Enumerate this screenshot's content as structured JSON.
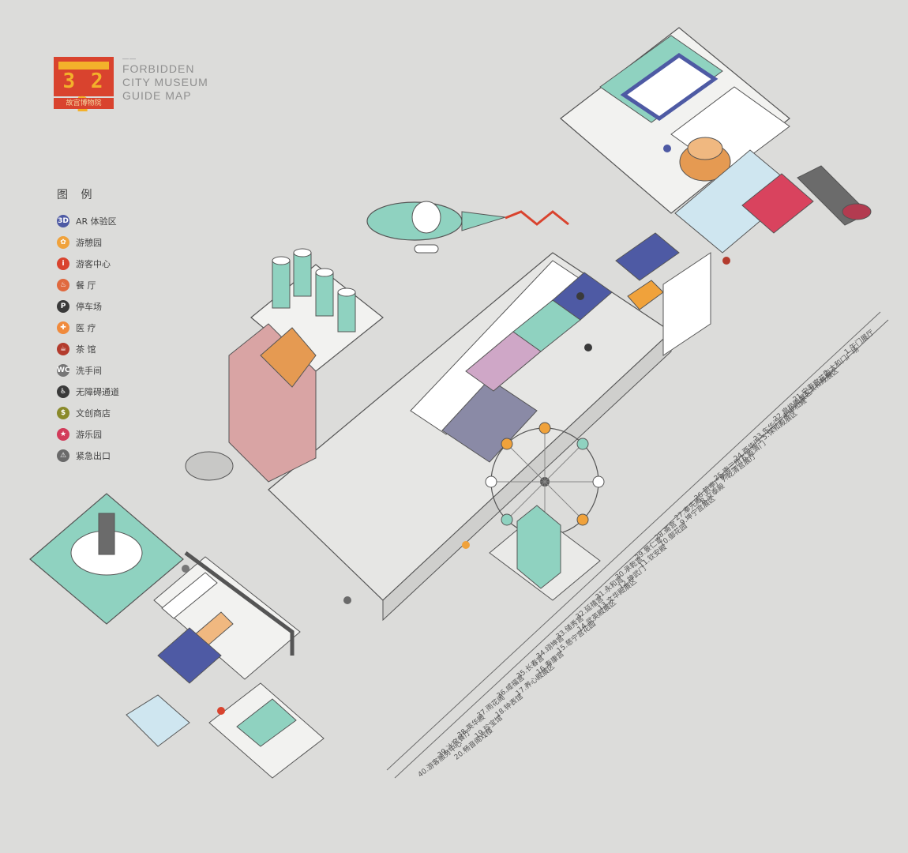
{
  "header": {
    "logo_number": "3 2 2",
    "logo_subtitle": "故宫博物院",
    "small_caption": "——",
    "title_lines": [
      "FORBIDDEN",
      "CITY MUSEUM",
      "GUIDE MAP"
    ]
  },
  "legend": {
    "title": "图 例",
    "items": [
      {
        "badge": "3D",
        "label": "AR 体验区",
        "color": "#4e5aa4",
        "icon": "ar-icon"
      },
      {
        "badge": "✿",
        "label": "游憩园",
        "color": "#f0a23b",
        "icon": "garden-icon"
      },
      {
        "badge": "i",
        "label": "游客中心",
        "color": "#d9432e",
        "icon": "info-icon"
      },
      {
        "badge": "♨",
        "label": "餐 厅",
        "color": "#e0693e",
        "icon": "restaurant-icon"
      },
      {
        "badge": "P",
        "label": "停车场",
        "color": "#3a3a3a",
        "icon": "parking-icon"
      },
      {
        "badge": "✚",
        "label": "医 疗",
        "color": "#f08a3c",
        "icon": "medical-icon"
      },
      {
        "badge": "☕",
        "label": "茶 馆",
        "color": "#b33b2d",
        "icon": "teahouse-icon"
      },
      {
        "badge": "WC",
        "label": "洗手间",
        "color": "#777777",
        "icon": "restroom-icon"
      },
      {
        "badge": "♿",
        "label": "无障碍通道",
        "color": "#3a3a3a",
        "icon": "accessible-icon"
      },
      {
        "badge": "$",
        "label": "文创商店",
        "color": "#8a8a2a",
        "icon": "shop-icon"
      },
      {
        "badge": "★",
        "label": "游乐园",
        "color": "#d23b5a",
        "icon": "amusement-icon"
      },
      {
        "badge": "⚠",
        "label": "紧急出口",
        "color": "#6a6a6a",
        "icon": "exit-icon"
      }
    ]
  },
  "index_list": [
    "1.午门展厅",
    "2.太和门广场",
    "3.太和殿展区",
    "4.中和殿",
    "5.保和殿展区",
    "6.乾清门",
    "7.乾清宫展厅",
    "8.交泰殿",
    "9.坤宁宫展区",
    "10.御花园",
    "11.钦安殿",
    "12.神武门",
    "13.文华殿展区",
    "14.武英殿展区",
    "15.慈宁宫花园",
    "16.寿康宫",
    "17.养心殿展区",
    "18.钟表馆",
    "19.珍宝馆",
    "20.畅音阁戏楼",
    "21.宁寿宫花园",
    "22.皇极殿展区",
    "23.东华门",
    "24.西华门",
    "25.南三所",
    "26.箭亭广场",
    "27.奉先殿",
    "28.斋宫",
    "29.景仁宫",
    "30.承乾宫",
    "31.永和宫",
    "32.延禧宫",
    "33.储秀宫",
    "34.翊坤宫",
    "35.长春宫",
    "36.咸福宫",
    "37.雨花阁",
    "38.英华殿",
    "39.冰窖餐厅",
    "40.游客服务中心"
  ],
  "colors": {
    "background": "#dcdcda",
    "teal": "#8fd2c0",
    "navy": "#4e5aa4",
    "red": "#d9432e",
    "pink": "#d9a4a4",
    "orange": "#e59a52",
    "outline": "#555555"
  }
}
